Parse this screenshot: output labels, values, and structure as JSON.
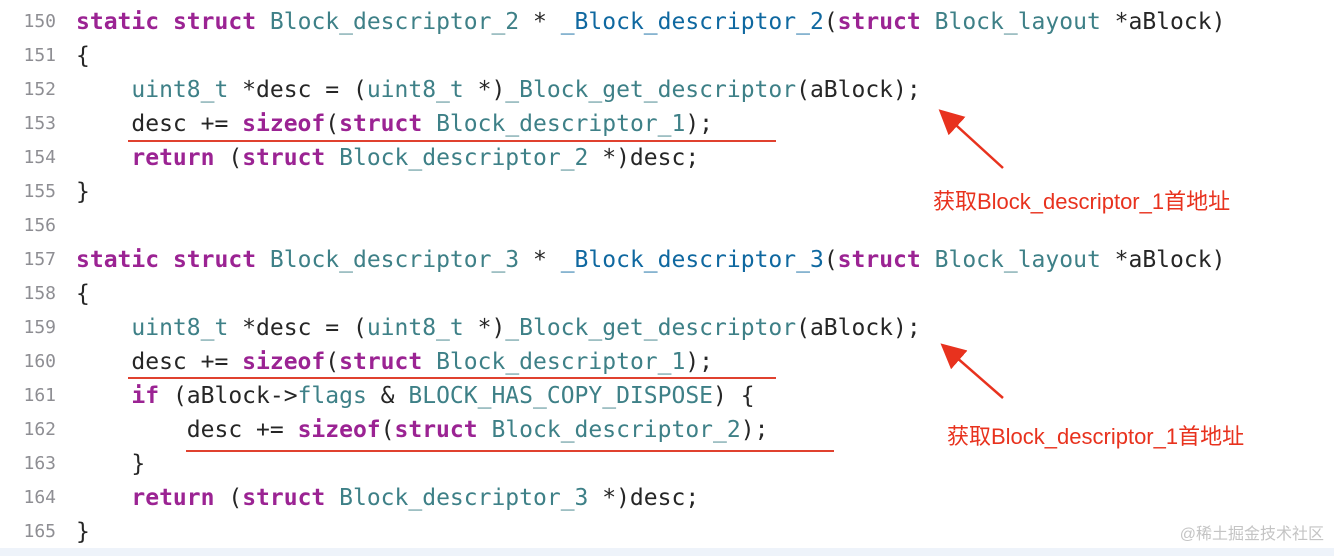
{
  "lines": [
    {
      "num": "150",
      "tokens": [
        {
          "t": "static",
          "c": "kw"
        },
        {
          "t": " "
        },
        {
          "t": "struct",
          "c": "kw"
        },
        {
          "t": " "
        },
        {
          "t": "Block_descriptor_2",
          "c": "ty"
        },
        {
          "t": " * "
        },
        {
          "t": "_Block_descriptor_2",
          "c": "fn"
        },
        {
          "t": "("
        },
        {
          "t": "struct",
          "c": "kw"
        },
        {
          "t": " "
        },
        {
          "t": "Block_layout",
          "c": "ty"
        },
        {
          "t": " *aBlock)"
        }
      ]
    },
    {
      "num": "151",
      "tokens": [
        {
          "t": "{"
        }
      ]
    },
    {
      "num": "152",
      "tokens": [
        {
          "t": "    "
        },
        {
          "t": "uint8_t",
          "c": "ty"
        },
        {
          "t": " *desc = ("
        },
        {
          "t": "uint8_t",
          "c": "ty"
        },
        {
          "t": " *)"
        },
        {
          "t": "_Block_get_descriptor",
          "c": "fn2"
        },
        {
          "t": "(aBlock);"
        }
      ]
    },
    {
      "num": "153",
      "tokens": [
        {
          "t": "    desc += "
        },
        {
          "t": "sizeof",
          "c": "kw"
        },
        {
          "t": "("
        },
        {
          "t": "struct",
          "c": "kw"
        },
        {
          "t": " "
        },
        {
          "t": "Block_descriptor_1",
          "c": "ty"
        },
        {
          "t": ");"
        }
      ]
    },
    {
      "num": "154",
      "tokens": [
        {
          "t": "    "
        },
        {
          "t": "return",
          "c": "kw"
        },
        {
          "t": " ("
        },
        {
          "t": "struct",
          "c": "kw"
        },
        {
          "t": " "
        },
        {
          "t": "Block_descriptor_2",
          "c": "ty"
        },
        {
          "t": " *)desc;"
        }
      ]
    },
    {
      "num": "155",
      "tokens": [
        {
          "t": "}"
        }
      ]
    },
    {
      "num": "156",
      "tokens": []
    },
    {
      "num": "157",
      "tokens": [
        {
          "t": "static",
          "c": "kw"
        },
        {
          "t": " "
        },
        {
          "t": "struct",
          "c": "kw"
        },
        {
          "t": " "
        },
        {
          "t": "Block_descriptor_3",
          "c": "ty"
        },
        {
          "t": " * "
        },
        {
          "t": "_Block_descriptor_3",
          "c": "fn"
        },
        {
          "t": "("
        },
        {
          "t": "struct",
          "c": "kw"
        },
        {
          "t": " "
        },
        {
          "t": "Block_layout",
          "c": "ty"
        },
        {
          "t": " *aBlock)"
        }
      ]
    },
    {
      "num": "158",
      "tokens": [
        {
          "t": "{"
        }
      ]
    },
    {
      "num": "159",
      "tokens": [
        {
          "t": "    "
        },
        {
          "t": "uint8_t",
          "c": "ty"
        },
        {
          "t": " *desc = ("
        },
        {
          "t": "uint8_t",
          "c": "ty"
        },
        {
          "t": " *)"
        },
        {
          "t": "_Block_get_descriptor",
          "c": "fn2"
        },
        {
          "t": "(aBlock);"
        }
      ]
    },
    {
      "num": "160",
      "tokens": [
        {
          "t": "    desc += "
        },
        {
          "t": "sizeof",
          "c": "kw"
        },
        {
          "t": "("
        },
        {
          "t": "struct",
          "c": "kw"
        },
        {
          "t": " "
        },
        {
          "t": "Block_descriptor_1",
          "c": "ty"
        },
        {
          "t": ");"
        }
      ]
    },
    {
      "num": "161",
      "tokens": [
        {
          "t": "    "
        },
        {
          "t": "if",
          "c": "kw"
        },
        {
          "t": " (aBlock->"
        },
        {
          "t": "flags",
          "c": "ty"
        },
        {
          "t": " & "
        },
        {
          "t": "BLOCK_HAS_COPY_DISPOSE",
          "c": "mac"
        },
        {
          "t": ") {"
        }
      ]
    },
    {
      "num": "162",
      "tokens": [
        {
          "t": "        desc += "
        },
        {
          "t": "sizeof",
          "c": "kw"
        },
        {
          "t": "("
        },
        {
          "t": "struct",
          "c": "kw"
        },
        {
          "t": " "
        },
        {
          "t": "Block_descriptor_2",
          "c": "ty"
        },
        {
          "t": ");"
        }
      ]
    },
    {
      "num": "163",
      "tokens": [
        {
          "t": "    }"
        }
      ]
    },
    {
      "num": "164",
      "tokens": [
        {
          "t": "    "
        },
        {
          "t": "return",
          "c": "kw"
        },
        {
          "t": " ("
        },
        {
          "t": "struct",
          "c": "kw"
        },
        {
          "t": " "
        },
        {
          "t": "Block_descriptor_3",
          "c": "ty"
        },
        {
          "t": " *)desc;"
        }
      ]
    },
    {
      "num": "165",
      "tokens": [
        {
          "t": "}"
        }
      ]
    }
  ],
  "annotations": [
    {
      "text": "获取Block_descriptor_1首地址"
    },
    {
      "text": "获取Block_descriptor_1首地址"
    }
  ],
  "watermark": "@稀土掘金技术社区",
  "colors": {
    "keyword": "#9b2393",
    "type": "#3e8087",
    "function": "#0f68a0",
    "macro": "#643820",
    "annotation": "#e8321e"
  }
}
